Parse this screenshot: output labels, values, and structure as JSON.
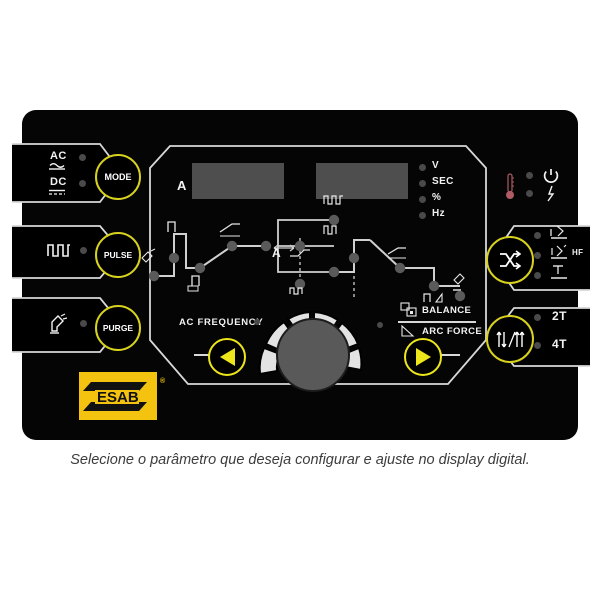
{
  "caption": "Selecione o parâmetro que deseja configurar e ajuste no display digital.",
  "brand": {
    "name": "ESAB",
    "registered": "®",
    "logo_color": "#f4c310"
  },
  "colors": {
    "panel_background": "#050505",
    "outline": "#d8d8d8",
    "accent_yellow": "#ece61a",
    "button_ring": "#d8d21f",
    "led_off": "#4a4a4a",
    "display_gray": "#4e4e4e",
    "page_background": "#ffffff",
    "thermo_red": "#b05a66"
  },
  "left_column": {
    "mode_group": {
      "button_label": "MODE",
      "indicators": [
        {
          "label": "AC",
          "icon": "ac-sine-icon"
        },
        {
          "label": "DC",
          "icon": "dc-dashed-icon"
        }
      ]
    },
    "pulse_group": {
      "button_label": "PULSE",
      "icon": "pulse-square-wave-icon"
    },
    "purge_group": {
      "button_label": "PURGE",
      "icon": "gas-purge-torch-icon"
    }
  },
  "display_area": {
    "left_display": {
      "unit_label": "A",
      "value": ""
    },
    "right_display": {
      "value": ""
    },
    "unit_leds": [
      {
        "label": "V"
      },
      {
        "label": "SEC"
      },
      {
        "label": "%"
      },
      {
        "label": "Hz"
      }
    ]
  },
  "right_column": {
    "status_icons": [
      {
        "name": "thermometer-icon"
      },
      {
        "name": "power-icon"
      },
      {
        "name": "fault-icon"
      }
    ],
    "process_group": {
      "button_icon": "shuffle-arrows-icon",
      "items": [
        {
          "icon": "tig-lift-arc-icon",
          "label": ""
        },
        {
          "icon": "tig-hf-start-icon",
          "label": "HF"
        },
        {
          "icon": "mma-stick-electrode-icon",
          "label": ""
        }
      ]
    },
    "trigger_group": {
      "button_icon": "two-four-stroke-icon",
      "items": [
        {
          "label": "2T"
        },
        {
          "label": "4T"
        }
      ]
    }
  },
  "parameter_map": {
    "title": "",
    "ac_frequency_label": "AC FREQUENCY",
    "balance_label": "BALANCE",
    "arc_force_label": "ARC FORCE",
    "amperage_label": "A",
    "nodes": [
      {
        "name": "pre-gas-node",
        "icon": "gas-flow-icon"
      },
      {
        "name": "start-current-node",
        "icon": "start-current-ramp-icon"
      },
      {
        "name": "up-slope-node",
        "icon": "upslope-ramp-icon"
      },
      {
        "name": "slope-node",
        "icon": "slope-icon"
      },
      {
        "name": "weld-current-node",
        "icon": "ampere-icon"
      },
      {
        "name": "pulse-frequency-node",
        "icon": "pulse-freq-icon"
      },
      {
        "name": "pulse-balance-node",
        "icon": "pulse-balance-icon"
      },
      {
        "name": "background-current-node",
        "icon": "background-current-icon"
      },
      {
        "name": "pulse-peak-node",
        "icon": "pulse-peak-icon"
      },
      {
        "name": "down-slope-node",
        "icon": "downslope-icon"
      },
      {
        "name": "crater-current-node",
        "icon": "crater-fill-icon"
      },
      {
        "name": "post-gas-node",
        "icon": "post-gas-icon"
      }
    ]
  },
  "arrows": {
    "left_label": "◀",
    "right_label": "▶"
  },
  "knob": {
    "name": "adjustment-knob",
    "segments": 6
  }
}
